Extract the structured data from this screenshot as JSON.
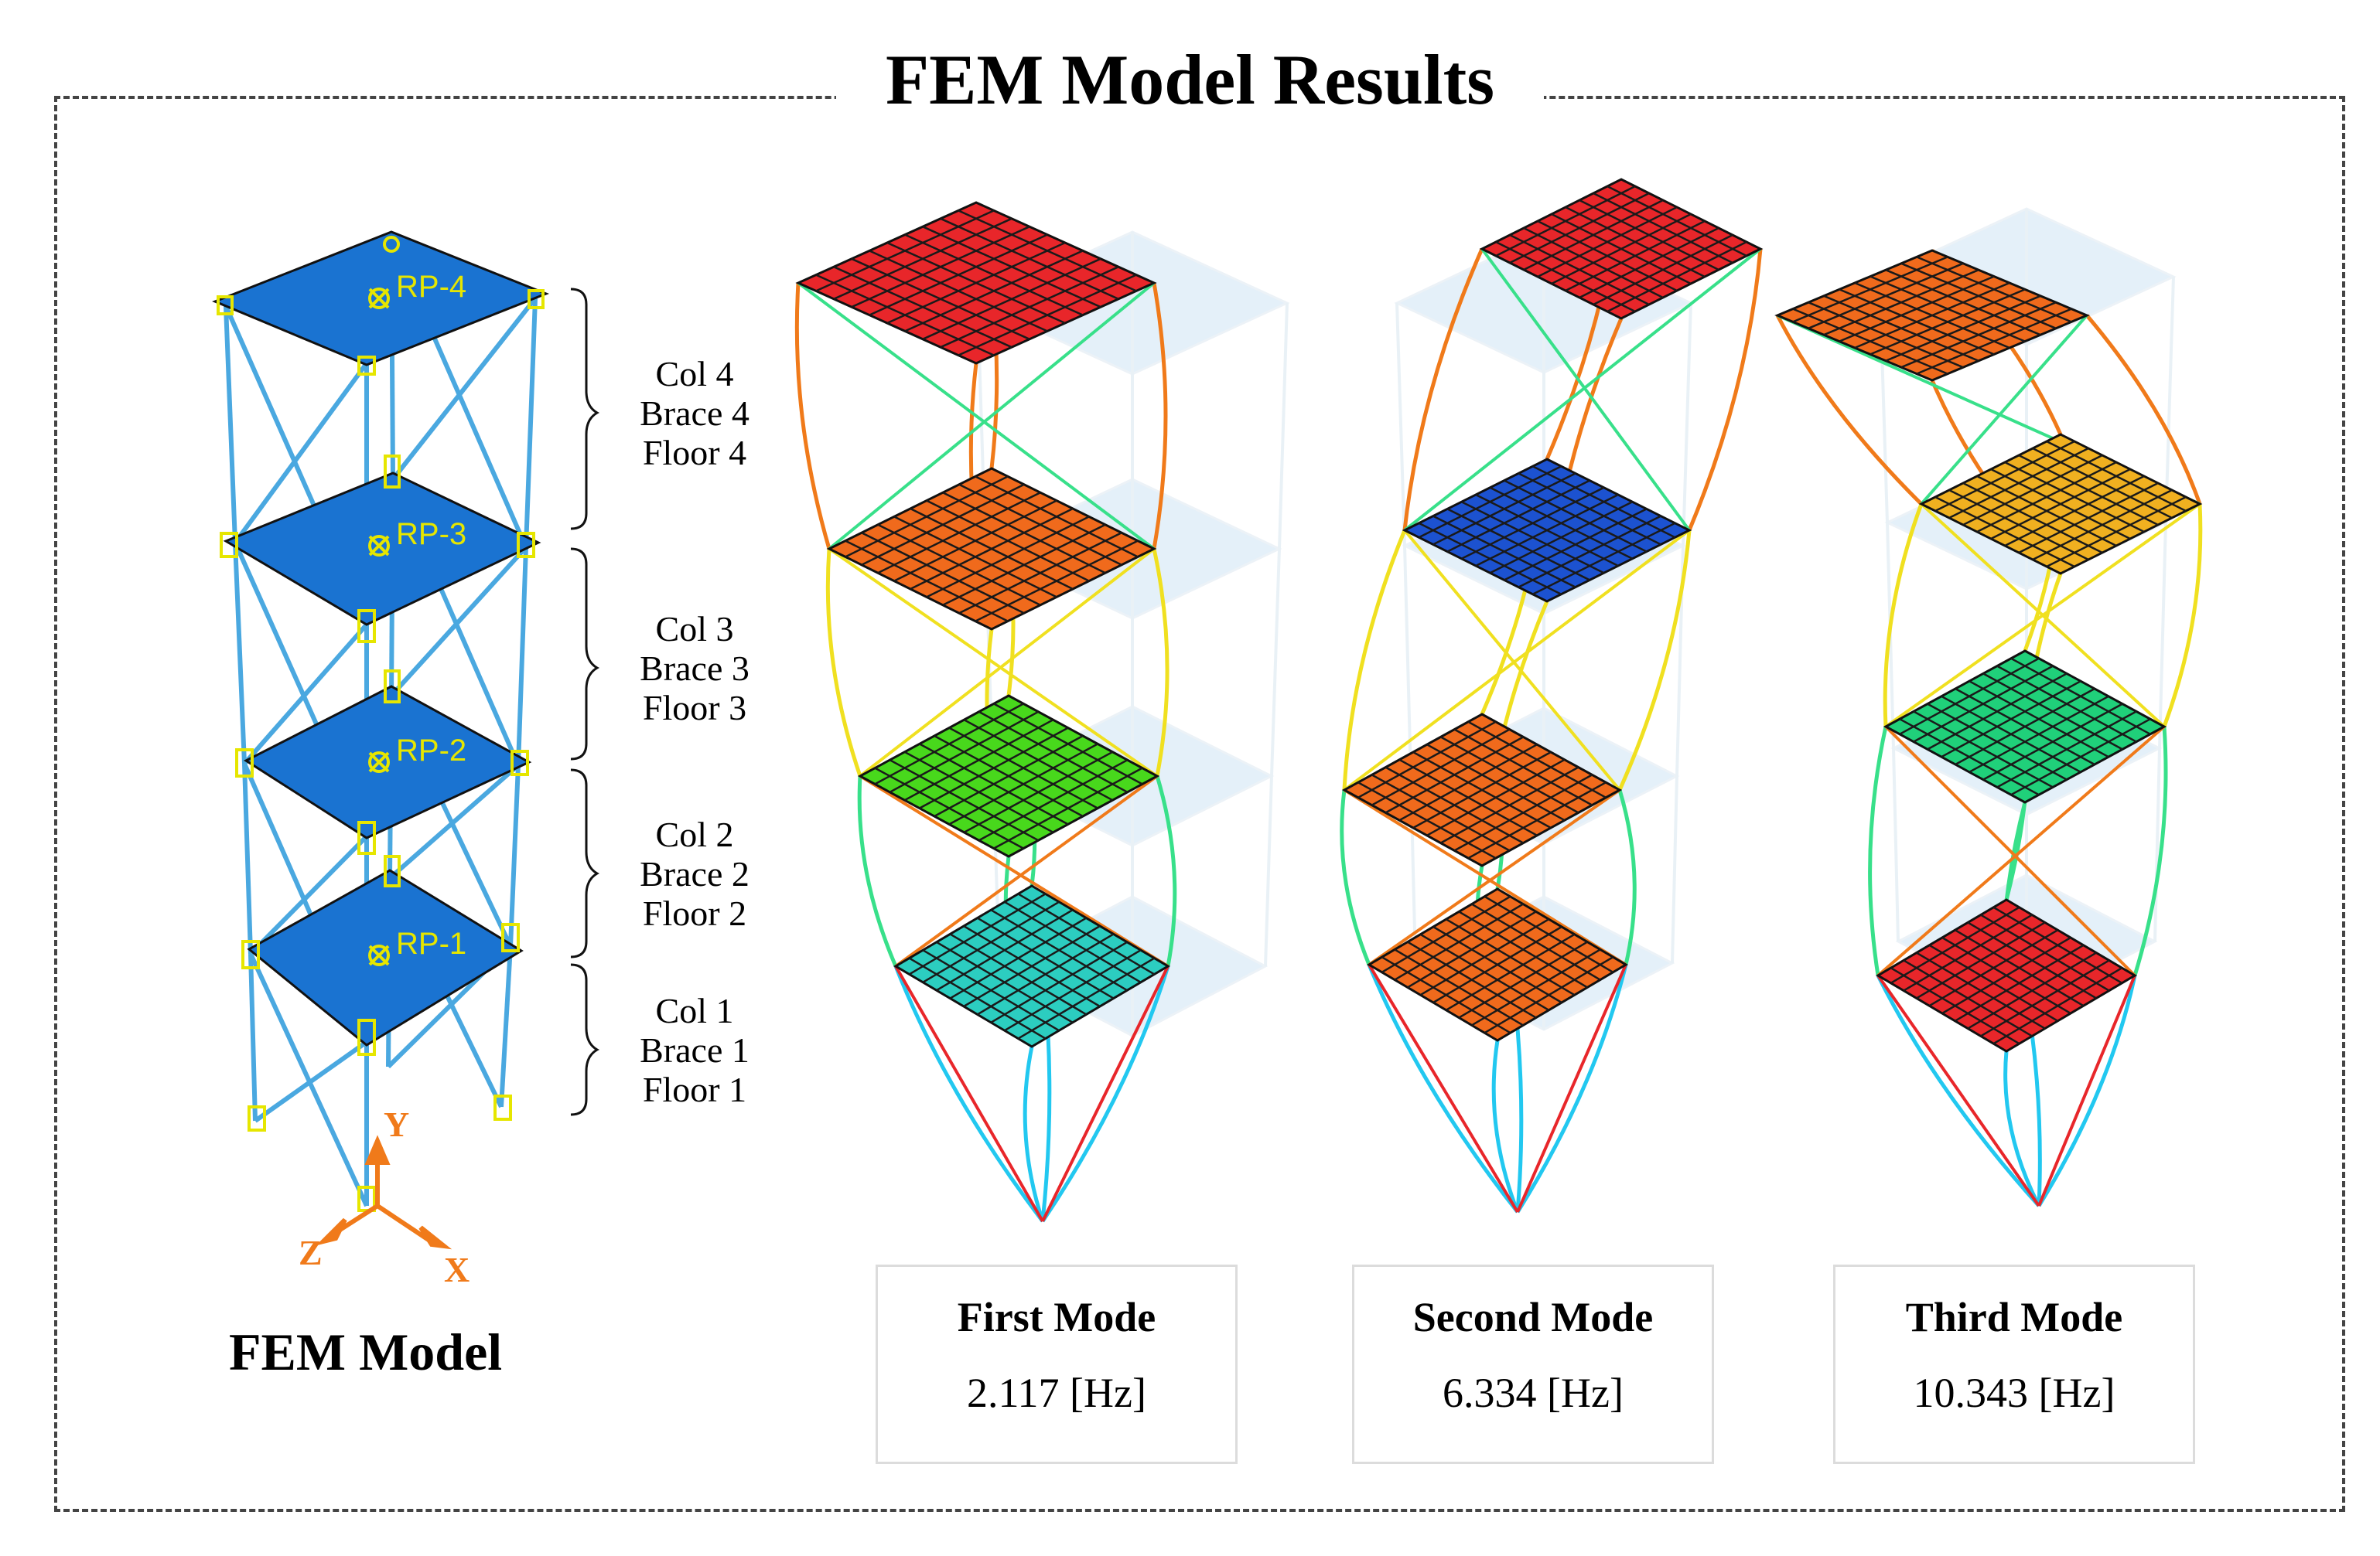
{
  "title": "FEM Model Results",
  "model_label": "FEM Model",
  "reference_points": [
    "RP-4",
    "RP-3",
    "RP-2",
    "RP-1"
  ],
  "axes": {
    "x": "X",
    "y": "Y",
    "z": "Z"
  },
  "groups": [
    {
      "col": "Col 4",
      "brace": "Brace 4",
      "floor": "Floor 4"
    },
    {
      "col": "Col 3",
      "brace": "Brace 3",
      "floor": "Floor 3"
    },
    {
      "col": "Col 2",
      "brace": "Brace 2",
      "floor": "Floor 2"
    },
    {
      "col": "Col 1",
      "brace": "Brace 1",
      "floor": "Floor 1"
    }
  ],
  "modes": [
    {
      "name": "First Mode",
      "frequency": "2.117 [Hz]"
    },
    {
      "name": "Second Mode",
      "frequency": "6.334 [Hz]"
    },
    {
      "name": "Third Mode",
      "frequency": "10.343 [Hz]"
    }
  ],
  "colors": {
    "floor_blue": "#1a73d1",
    "wire_blue": "#4aa8e0",
    "node_yellow": "#e6e600",
    "axis_orange": "#f07a1a",
    "ghost": "#cfe4f5"
  },
  "mode_floor_colors": [
    [
      "#2ccdc0",
      "#48d81c",
      "#f06a1c",
      "#e8262a"
    ],
    [
      "#f06a1c",
      "#f06a1c",
      "#1c52d0",
      "#e8262a"
    ],
    [
      "#e8262a",
      "#20d07a",
      "#f0b020",
      "#f06a1c"
    ]
  ]
}
